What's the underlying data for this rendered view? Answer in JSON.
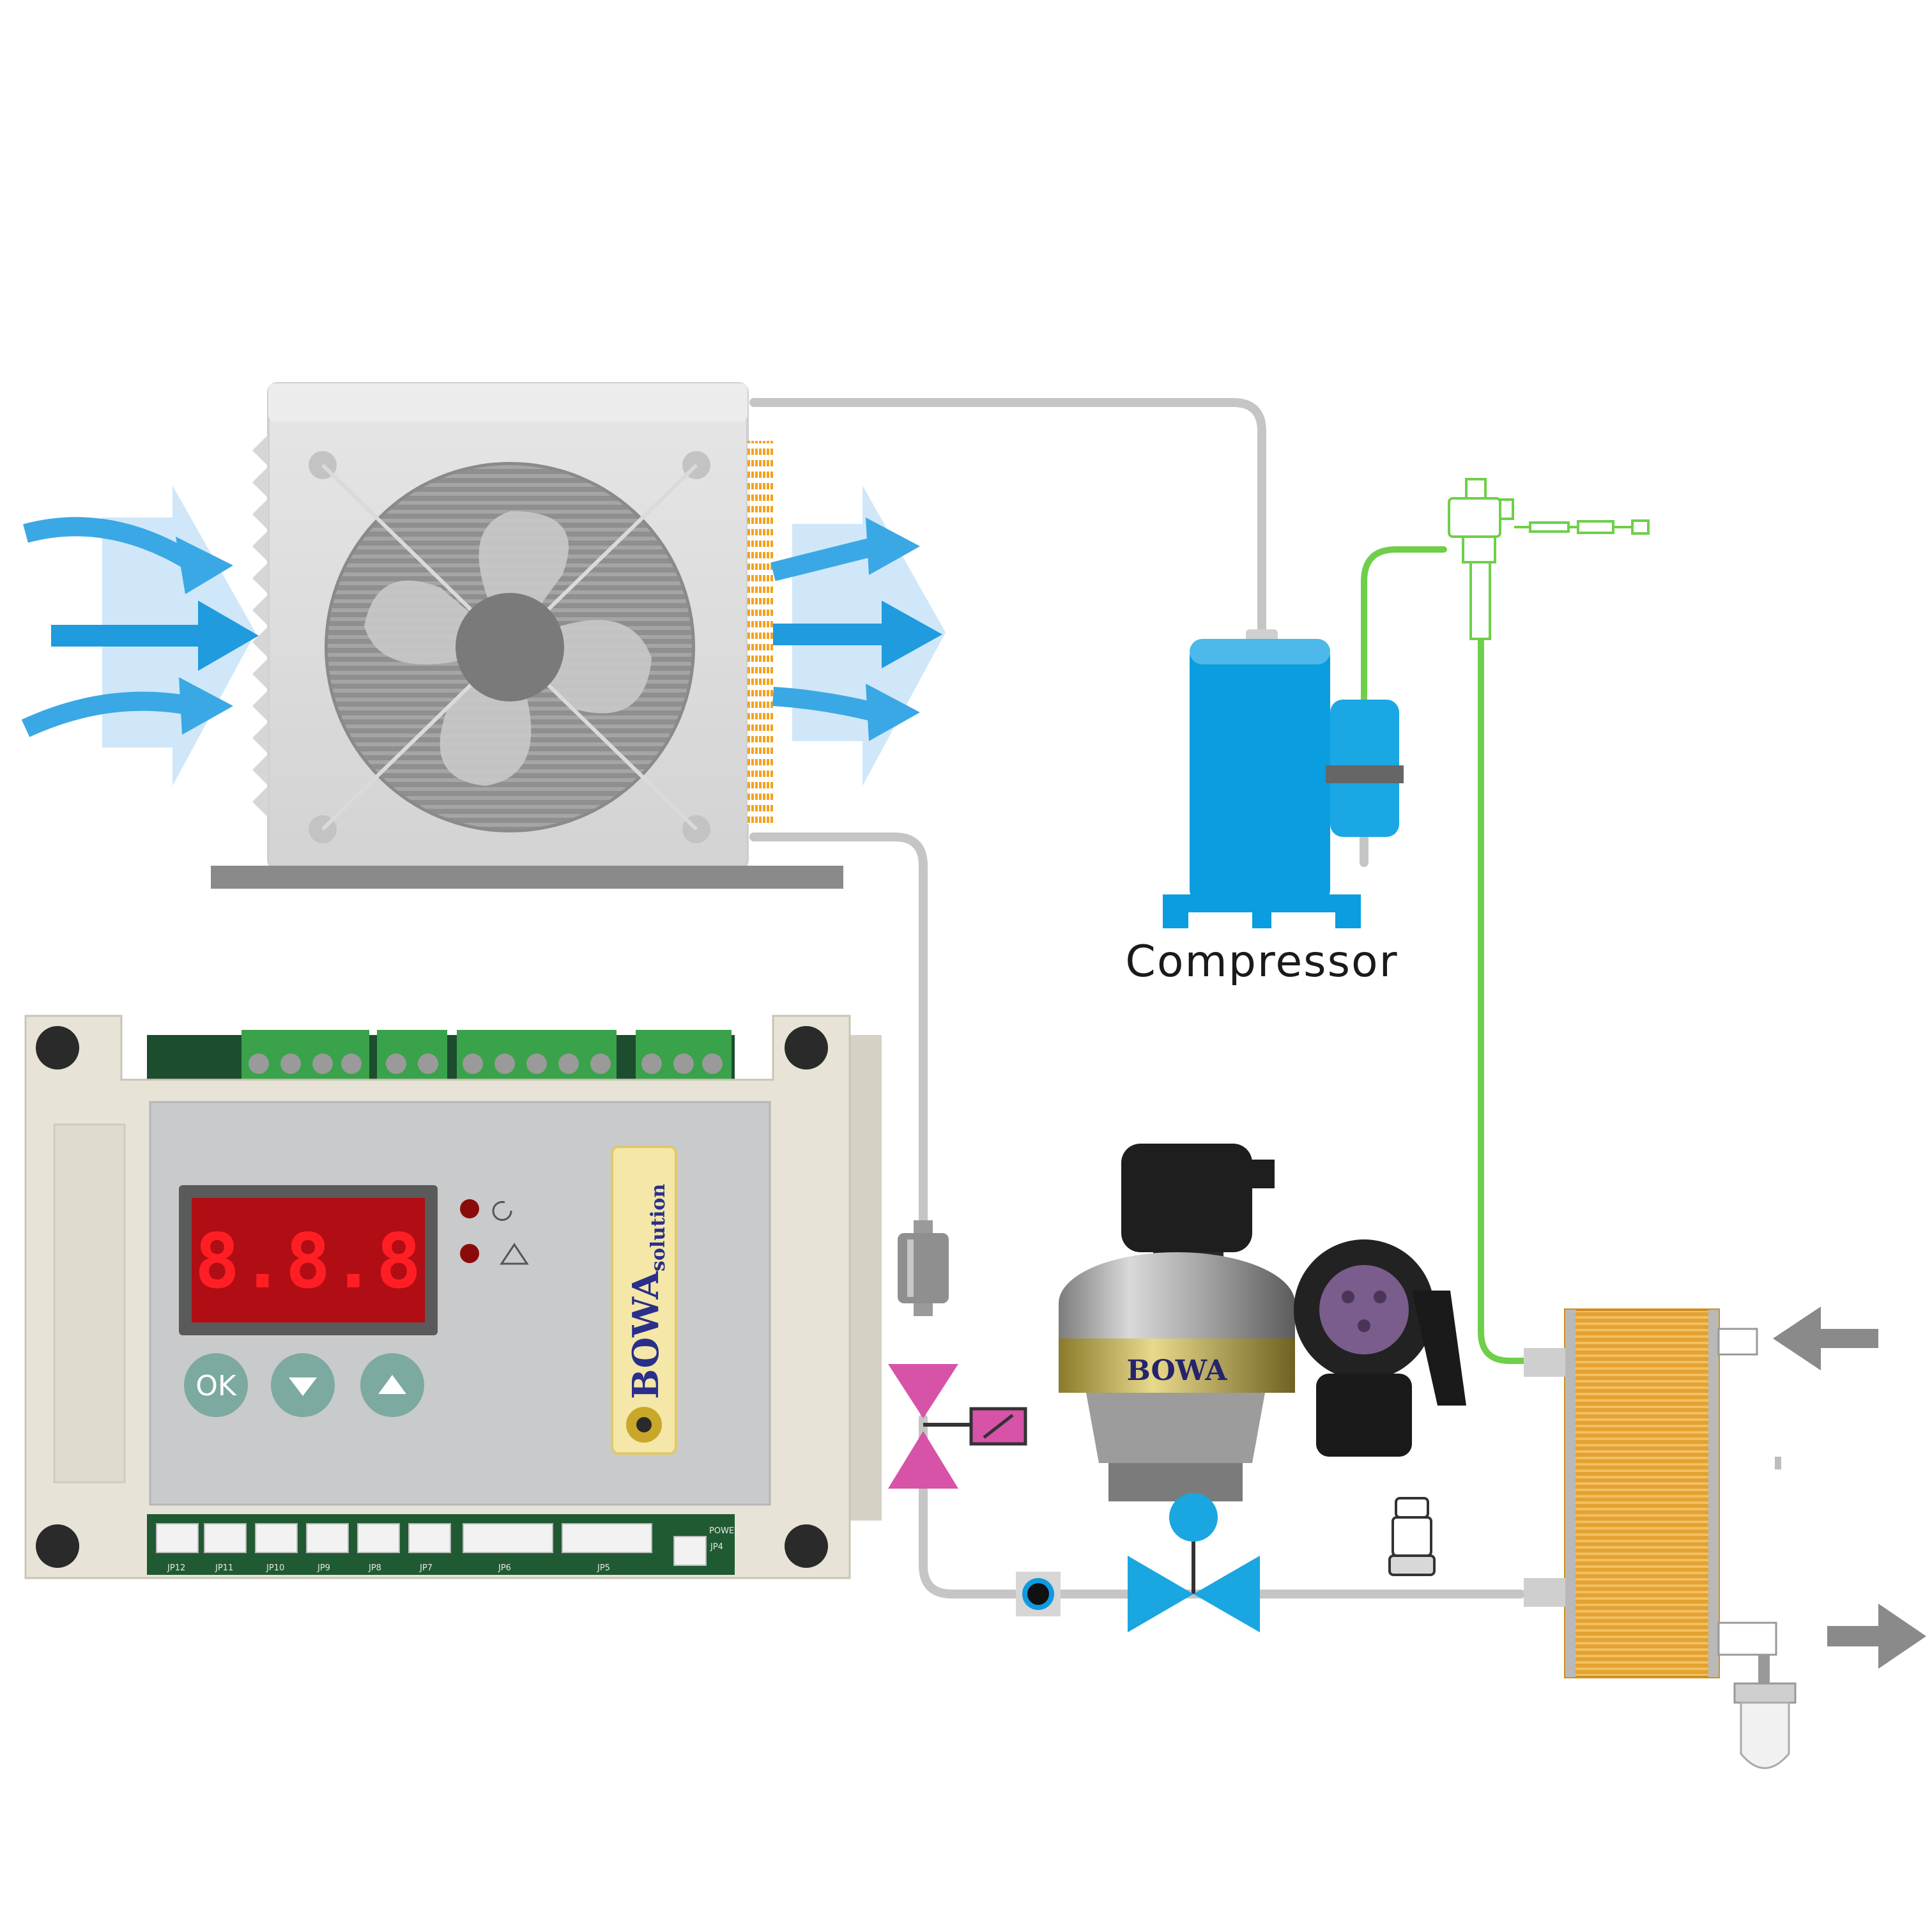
{
  "labels": {
    "compressor": "Compressor"
  },
  "controller": {
    "display": "8.8.8",
    "ok_button": "OK",
    "down_button_icon": "triangle-down-icon",
    "up_button_icon": "triangle-up-icon",
    "status_icons": [
      "cycle-icon",
      "warning-icon"
    ],
    "brand_name": "BOWA",
    "brand_sub": "solution",
    "connector_labels": [
      "JP12",
      "JP11",
      "JP10",
      "JP9",
      "JP8",
      "JP7",
      "JP6",
      "JP5",
      "POWER",
      "JP4"
    ]
  },
  "sensor": {
    "brand_name": "BOWA"
  },
  "colors": {
    "refrigerant_line": "#c5c5c5",
    "green_line": "#6fcf4a",
    "compressor_blue": "#0a9ddf",
    "valve_blue": "#1aa6e0",
    "solenoid_pink": "#d653a8",
    "plate_exchanger": "#e9a93a",
    "display_red": "#ff1e24",
    "arrow_blue": "#3aa8e4",
    "flow_arrow_grey": "#8a8a8a"
  },
  "icons": {
    "condenser": "condenser-fan-icon",
    "expansion_valve": "thermostatic-expansion-valve-icon",
    "sight_glass": "sight-glass-icon",
    "motor_valve": "motorized-valve-icon",
    "filter_drier": "filter-drier-icon",
    "heat_exchanger": "plate-heat-exchanger-icon",
    "service_valve": "access-valve-icon"
  }
}
